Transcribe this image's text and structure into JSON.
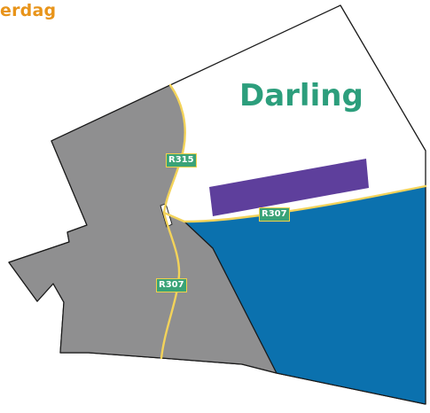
{
  "map": {
    "corner_label": "erdag",
    "town_label": "Darling",
    "roads": [
      {
        "id": "r315",
        "label": "R315"
      },
      {
        "id": "r307-east",
        "label": "R307"
      },
      {
        "id": "r307-south",
        "label": "R307"
      }
    ],
    "colors": {
      "grey_zone": "#8f8f90",
      "blue_zone": "#0b71ae",
      "purple_zone": "#5e3f9c",
      "road": "#f3d35a",
      "outline": "#1a1a1a",
      "shield": "#3aa377",
      "town_label": "#2c9e7c",
      "corner_label": "#e8941a"
    }
  }
}
